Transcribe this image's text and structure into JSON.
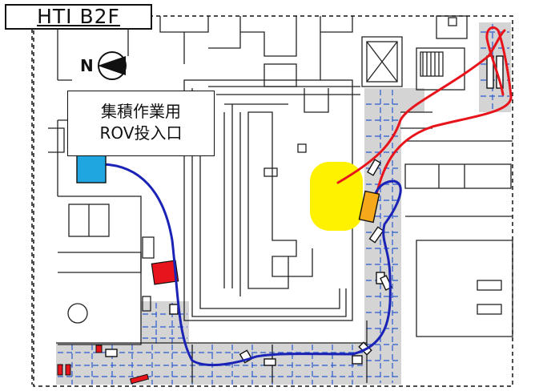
{
  "floor": {
    "label": "HTI B2F"
  },
  "north": {
    "letter": "N",
    "icon": "north-arrow-icon"
  },
  "callout": {
    "line1": "集積作業用",
    "line2": "ROV投入口"
  },
  "colors": {
    "rov_route": "#1a23b5",
    "robot_route": "#e8141c",
    "target_area": "#fff200",
    "work_area": "#d4d4d4",
    "rov_entry": "#1fa5e0",
    "device": "#f5a81a",
    "red_marker": "#e8141c"
  }
}
